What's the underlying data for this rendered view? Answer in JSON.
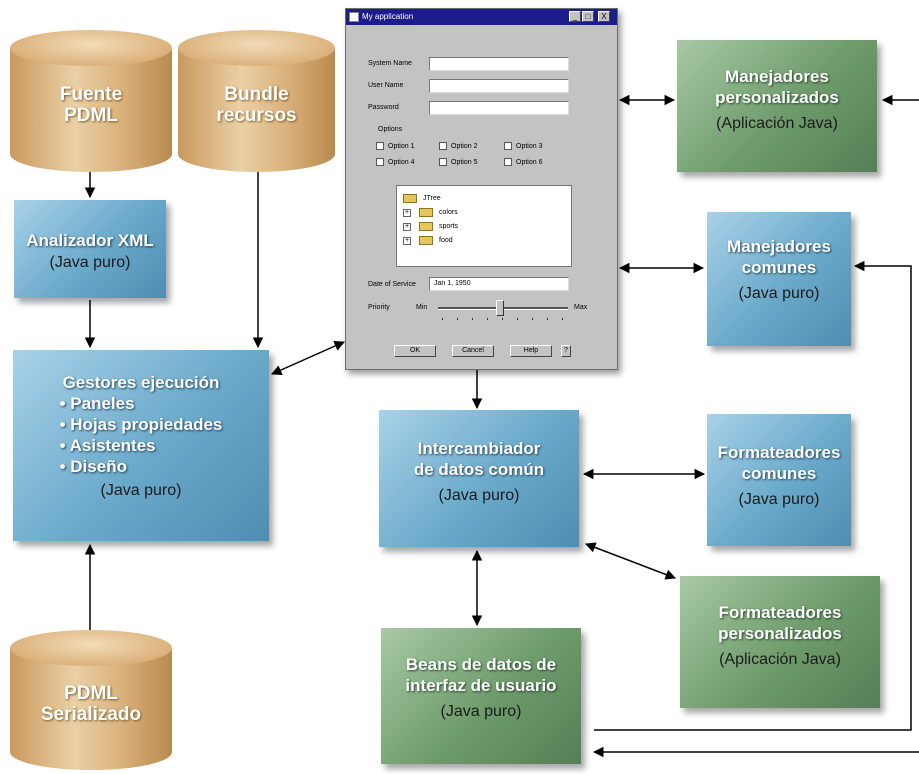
{
  "databases": {
    "fuente": {
      "line1": "Fuente",
      "line2": "PDML"
    },
    "bundle": {
      "line1": "Bundle",
      "line2": "recursos"
    },
    "serializado": {
      "line1": "PDML",
      "line2": "Serializado"
    }
  },
  "boxes": {
    "analizador": {
      "line1": "Analizador XML",
      "sub": "(Java puro)"
    },
    "gestores": {
      "title": "Gestores ejecución",
      "items": [
        "Paneles",
        "Hojas propiedades",
        "Asistentes",
        "Diseño"
      ],
      "sub": "(Java puro)"
    },
    "manejadores_personalizados": {
      "line1": "Manejadores",
      "line2": "personalizados",
      "sub": "(Aplicación Java)"
    },
    "manejadores_comunes": {
      "line1": "Manejadores",
      "line2": "comunes",
      "sub": "(Java puro)"
    },
    "intercambiador": {
      "line1": "Intercambiador",
      "line2": "de datos común",
      "sub": "(Java puro)"
    },
    "formateadores_comunes": {
      "line1": "Formateadores",
      "line2": "comunes",
      "sub": "(Java puro)"
    },
    "formateadores_personalizados": {
      "line1": "Formateadores",
      "line2": "personalizados",
      "sub": "(Aplicación Java)"
    },
    "beans": {
      "line1": "Beans de datos de",
      "line2": "interfaz de usuario",
      "sub": "(Java puro)"
    }
  },
  "app_window": {
    "title": "My application",
    "min_glyph": "_",
    "max_glyph": "□",
    "close_glyph": "X",
    "system_name_label": "System Name",
    "user_name_label": "User Name",
    "password_label": "Password",
    "options_label": "Options",
    "options": [
      "Option 1",
      "Option 2",
      "Option 3",
      "Option 4",
      "Option 5",
      "Option 6"
    ],
    "tree_root": "JTree",
    "tree_items": [
      "colors",
      "sports",
      "food"
    ],
    "date_label": "Date of Service",
    "date_value": "Jan 1, 1950",
    "priority_label": "Priority",
    "slider_min": "Min",
    "slider_max": "Max",
    "ok_label": "OK",
    "cancel_label": "Cancel",
    "help_label": "Help",
    "help_q": "?"
  }
}
